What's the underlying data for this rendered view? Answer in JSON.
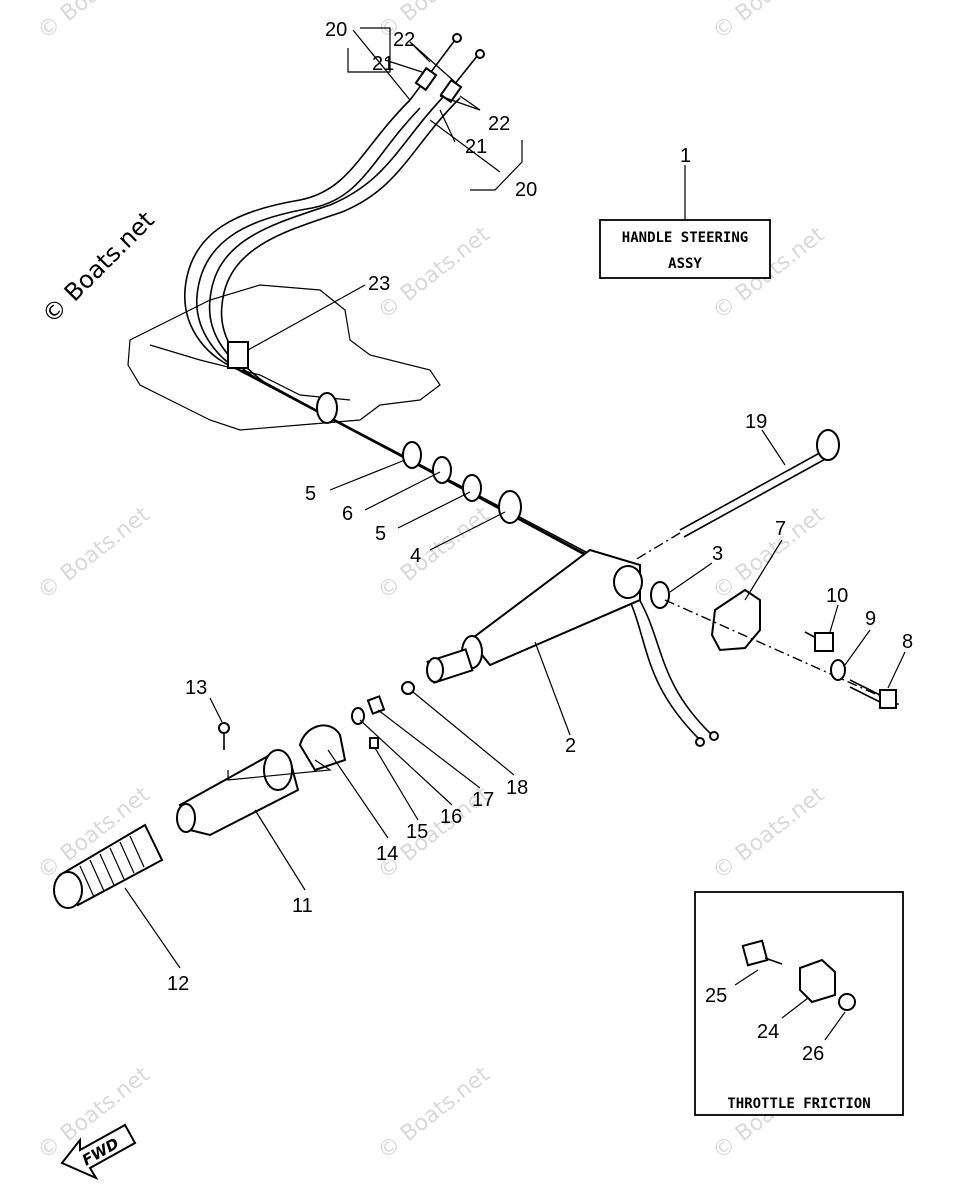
{
  "watermark": "© Boats.net",
  "boxes": {
    "assy_line1": "HANDLE STEERING",
    "assy_line2": "ASSY",
    "friction_label": "THROTTLE FRICTION"
  },
  "fwd_label": "FWD",
  "callouts": {
    "c1": "1",
    "c2": "2",
    "c3": "3",
    "c4": "4",
    "c5a": "5",
    "c5b": "5",
    "c6": "6",
    "c7": "7",
    "c8": "8",
    "c9": "9",
    "c10": "10",
    "c11": "11",
    "c12": "12",
    "c13": "13",
    "c14": "14",
    "c15": "15",
    "c16": "16",
    "c17": "17",
    "c18": "18",
    "c19": "19",
    "c20a": "20",
    "c20b": "20",
    "c21a": "21",
    "c21b": "21",
    "c22a": "22",
    "c22b": "22",
    "c23": "23",
    "c24": "24",
    "c25": "25",
    "c26": "26"
  }
}
